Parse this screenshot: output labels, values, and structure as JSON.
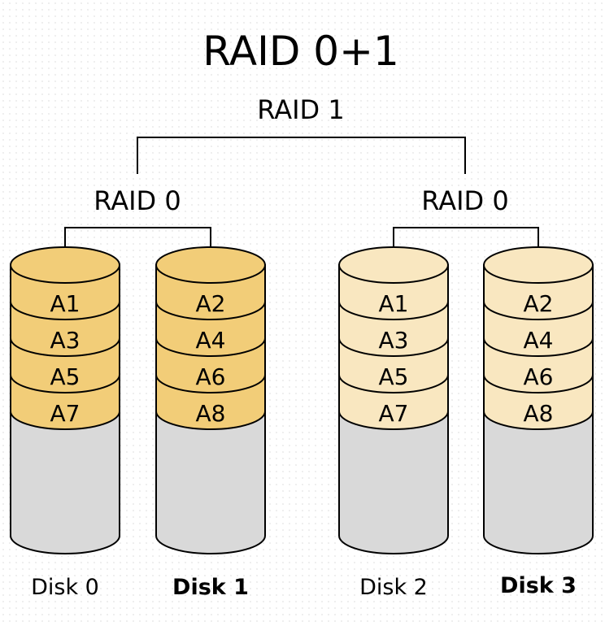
{
  "diagram": {
    "title": "RAID 0+1",
    "mirror_label": "RAID 1",
    "stripe_sets": [
      {
        "label": "RAID 0",
        "disks": [
          {
            "name": "Disk 0",
            "bold": false,
            "fill": "#f2cd78",
            "blocks": [
              "A1",
              "A3",
              "A5",
              "A7"
            ]
          },
          {
            "name": "Disk 1",
            "bold": true,
            "fill": "#f2cd78",
            "blocks": [
              "A2",
              "A4",
              "A6",
              "A8"
            ]
          }
        ]
      },
      {
        "label": "RAID 0",
        "disks": [
          {
            "name": "Disk 2",
            "bold": false,
            "fill": "#f9e7c0",
            "blocks": [
              "A1",
              "A3",
              "A5",
              "A7"
            ]
          },
          {
            "name": "Disk 3",
            "bold": true,
            "fill": "#f9e7c0",
            "blocks": [
              "A2",
              "A4",
              "A6",
              "A8"
            ]
          }
        ]
      }
    ],
    "empty_fill": "#d9d9d9",
    "line_color": "#000000"
  }
}
